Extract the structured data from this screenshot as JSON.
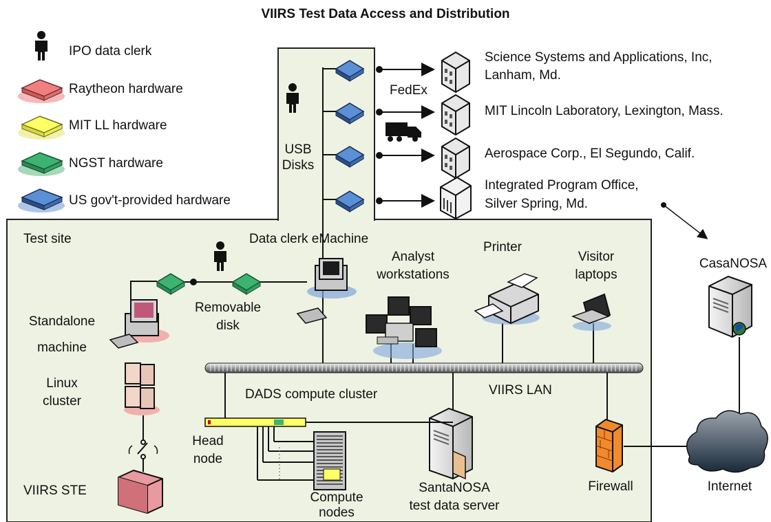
{
  "title": "VIIRS Test Data Access and Distribution",
  "legend": [
    {
      "label": "IPO data clerk",
      "icon": "person-icon"
    },
    {
      "label": "Raytheon hardware",
      "color": "#f08080"
    },
    {
      "label": "MIT LL hardware",
      "color": "#ffff66"
    },
    {
      "label": "NGST hardware",
      "color": "#3cb371"
    },
    {
      "label": "US gov't-provided hardware",
      "color": "#5b8fd6"
    }
  ],
  "regions": {
    "usb_disks": "USB\nDisks",
    "test_site": "Test site"
  },
  "transport": {
    "fedex": "FedEx"
  },
  "destinations": [
    {
      "line1": "Science Systems and Applications, Inc,",
      "line2": "Lanham, Md."
    },
    {
      "line1": "MIT Lincoln Laboratory, Lexington, Mass.",
      "line2": ""
    },
    {
      "line1": "Aerospace Corp., El Segundo, Calif.",
      "line2": ""
    },
    {
      "line1": "Integrated Program Office,",
      "line2": "Silver Spring, Md."
    }
  ],
  "nodes": {
    "data_clerk_emachine": "Data clerk eMachine",
    "analyst_workstations_1": "Analyst",
    "analyst_workstations_2": "workstations",
    "printer": "Printer",
    "visitor_laptops_1": "Visitor",
    "visitor_laptops_2": "laptops",
    "casanosa": "CasaNOSA",
    "removable_disk_1": "Removable",
    "removable_disk_2": "disk",
    "standalone_machine_1": "Standalone",
    "standalone_machine_2": "machine",
    "linux_cluster_1": "Linux",
    "linux_cluster_2": "cluster",
    "viirs_ste": "VIIRS STE",
    "dads_compute_cluster": "DADS compute cluster",
    "viirs_lan": "VIIRS LAN",
    "head_node_1": "Head",
    "head_node_2": "node",
    "compute_nodes_1": "Compute",
    "compute_nodes_2": "nodes",
    "santanosa_1": "SantaNOSA",
    "santanosa_2": "test data server",
    "firewall": "Firewall",
    "internet": "Internet"
  },
  "colors": {
    "region_fill": "#eef2e2",
    "raytheon": "#f08080",
    "mitll": "#ffff66",
    "ngst": "#3cb371",
    "usgov": "#5b8fd6"
  }
}
